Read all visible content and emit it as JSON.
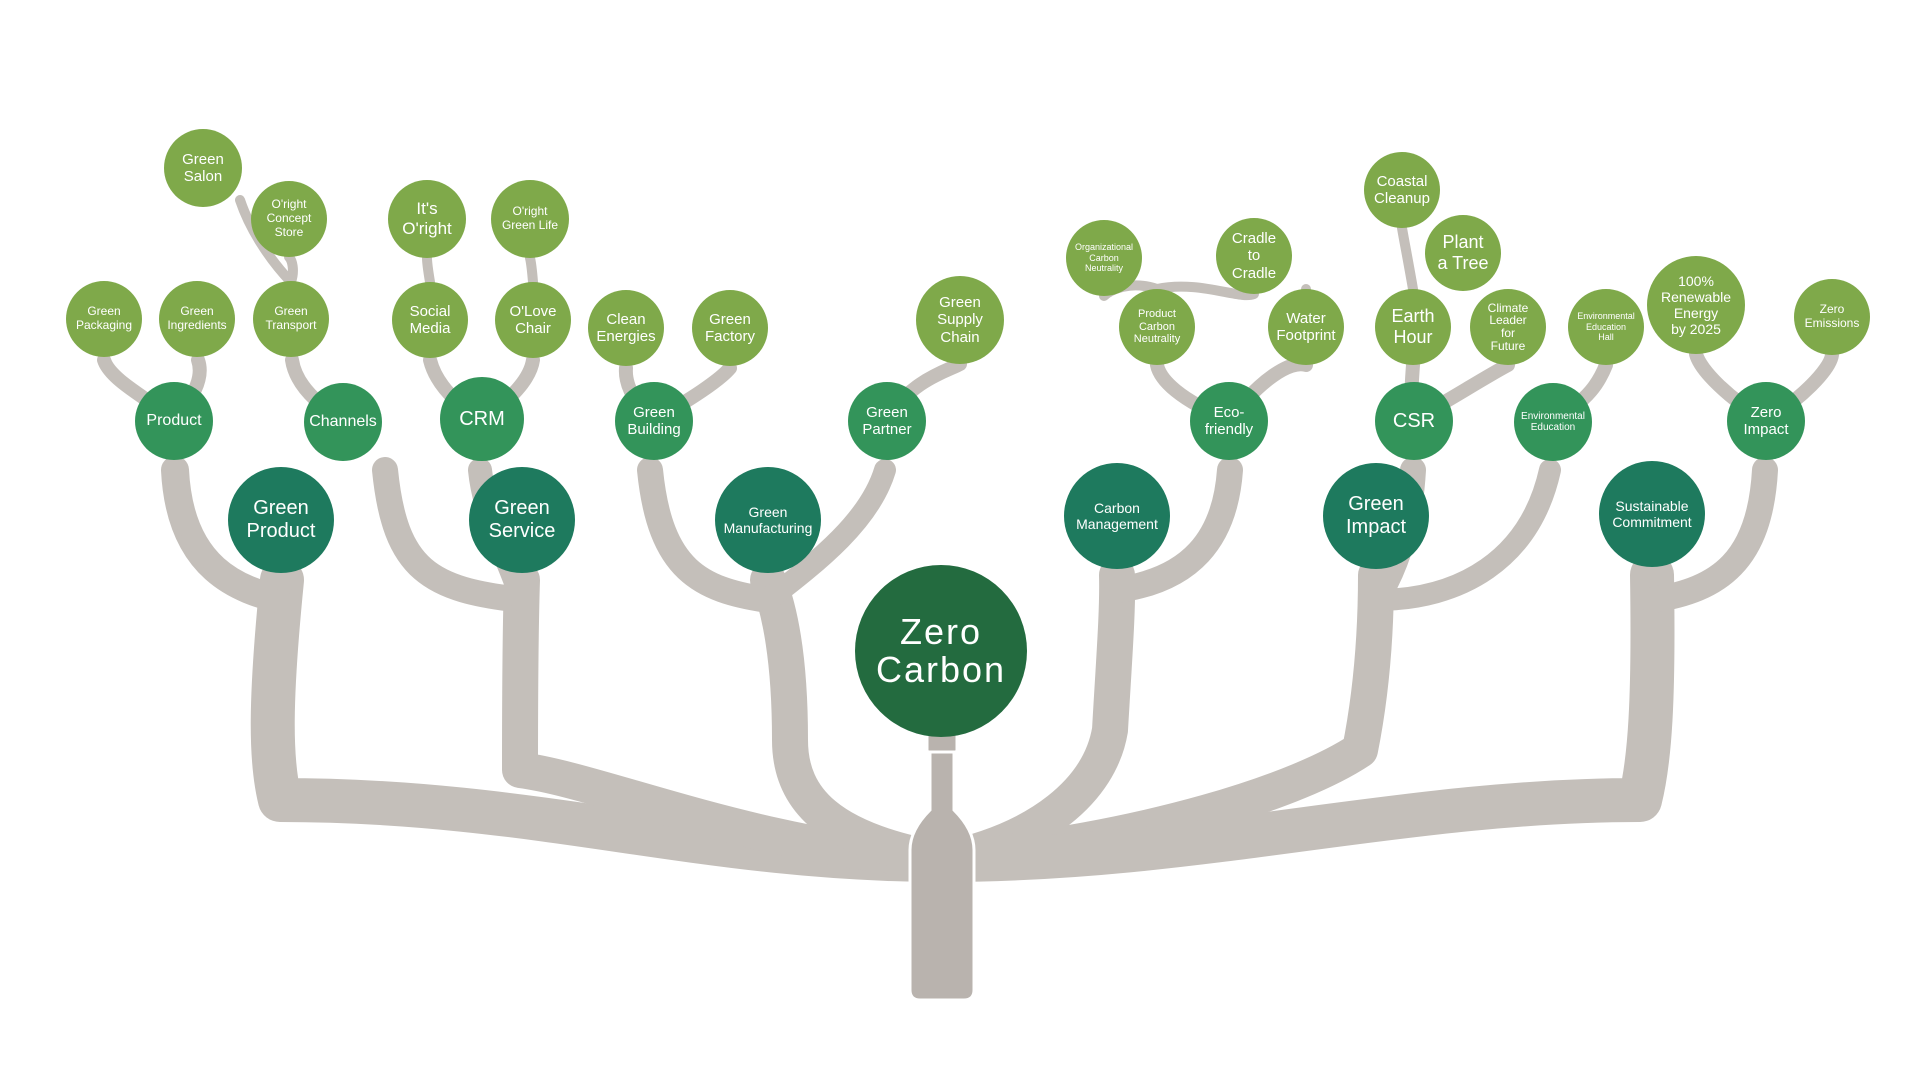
{
  "colors": {
    "root": "#236b3f",
    "level1": "#1e7a5e",
    "level2": "#33945a",
    "level3": "#7fa94a",
    "branch": "#c4bfba",
    "bottle": "#b9b3ae"
  },
  "root": {
    "label": "Zero\nCarbon"
  },
  "categories": [
    {
      "label": "Green\nProduct",
      "children": [
        {
          "label": "Product",
          "children": [
            {
              "label": "Green\nPackaging"
            },
            {
              "label": "Green\nIngredients"
            }
          ]
        }
      ]
    },
    {
      "label": "Green\nService",
      "children": [
        {
          "label": "Channels",
          "children": [
            {
              "label": "Green\nTransport",
              "children": [
                {
                  "label": "Green\nSalon"
                },
                {
                  "label": "O'right\nConcept\nStore"
                }
              ]
            }
          ]
        },
        {
          "label": "CRM",
          "children": [
            {
              "label": "Social\nMedia",
              "children": [
                {
                  "label": "It's\nO'right"
                }
              ]
            },
            {
              "label": "O'Love\nChair",
              "children": [
                {
                  "label": "O'right\nGreen Life"
                }
              ]
            }
          ]
        }
      ]
    },
    {
      "label": "Green\nManufacturing",
      "children": [
        {
          "label": "Green\nBuilding",
          "children": [
            {
              "label": "Clean\nEnergies"
            },
            {
              "label": "Green\nFactory"
            }
          ]
        },
        {
          "label": "Green\nPartner",
          "children": [
            {
              "label": "Green\nSupply\nChain"
            }
          ]
        }
      ]
    },
    {
      "label": "Carbon\nManagement",
      "children": [
        {
          "label": "Eco-\nfriendly",
          "children": [
            {
              "label": "Product\nCarbon\nNeutrality"
            },
            {
              "label": "Organizational\nCarbon\nNeutrality"
            },
            {
              "label": "Cradle\nto\nCradle"
            },
            {
              "label": "Water\nFootprint"
            }
          ]
        }
      ]
    },
    {
      "label": "Green\nImpact",
      "children": [
        {
          "label": "CSR",
          "children": [
            {
              "label": "Earth\nHour",
              "children": [
                {
                  "label": "Coastal\nCleanup"
                }
              ]
            },
            {
              "label": "Plant\na Tree"
            },
            {
              "label": "Climate\nLeader\nfor\nFuture"
            }
          ]
        },
        {
          "label": "Environmental\nEducation",
          "children": [
            {
              "label": "Environmental\nEducation\nHall"
            }
          ]
        }
      ]
    },
    {
      "label": "Sustainable\nCommitment",
      "children": [
        {
          "label": "Zero\nImpact",
          "children": [
            {
              "label": "100%\nRenewable\nEnergy\nby 2025"
            },
            {
              "label": "Zero\nEmissions"
            }
          ]
        }
      ]
    }
  ]
}
